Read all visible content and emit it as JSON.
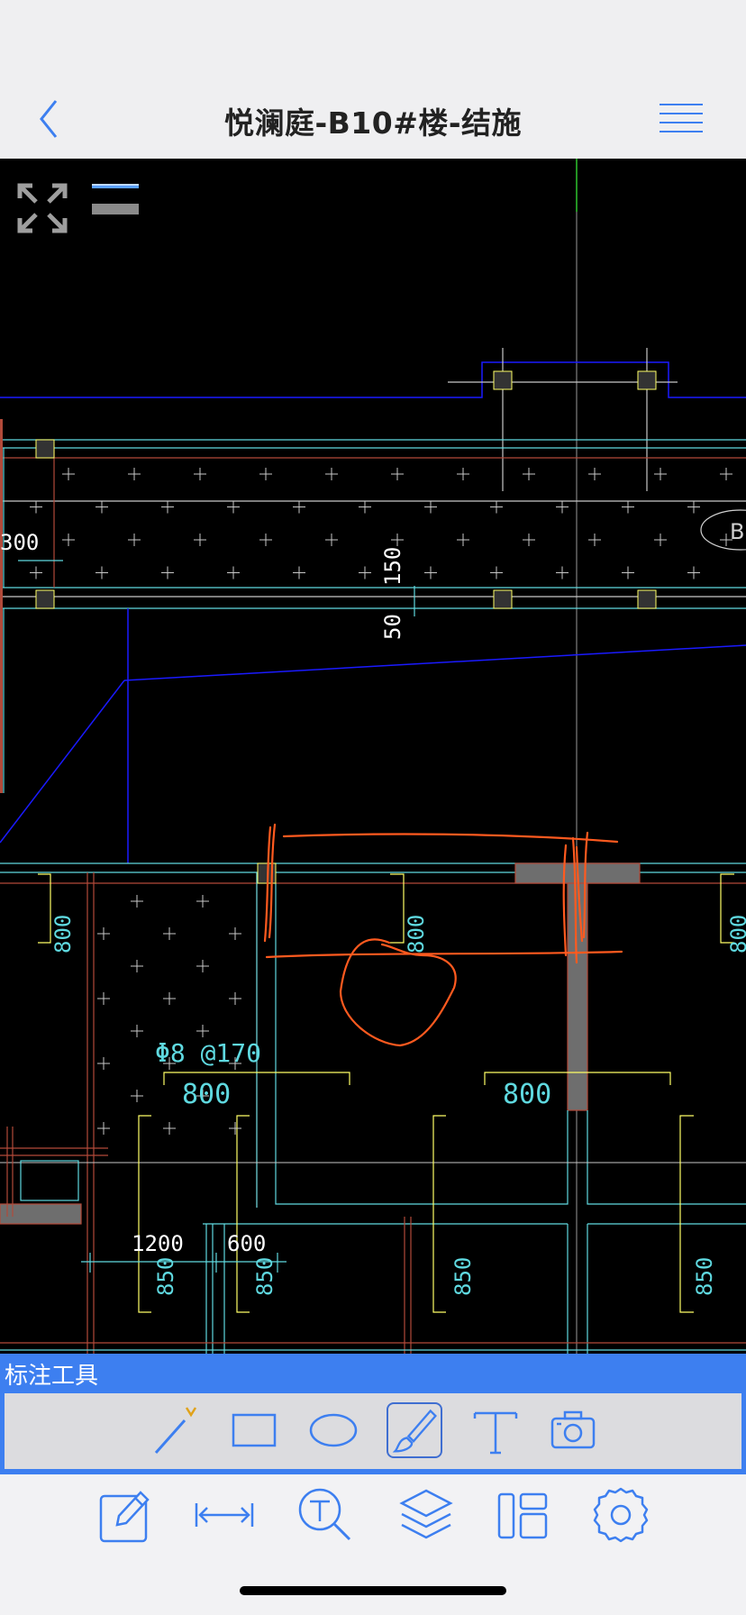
{
  "header": {
    "title": "悦澜庭-B10#楼-结施",
    "back_icon": "chevron-left-icon",
    "menu_icon": "menu-lines-icon"
  },
  "drawing": {
    "dimensions": {
      "d150": "150",
      "d50": "50",
      "d800": "800",
      "d300": "300",
      "d1200": "1200",
      "d600": "600",
      "d850": "850"
    },
    "rebar_spec": "Φ8 @170",
    "bubble_label": "B"
  },
  "annotation_toolbar": {
    "label": "标注工具",
    "tools": [
      {
        "name": "line",
        "icon": "line-v-icon"
      },
      {
        "name": "rectangle",
        "icon": "rectangle-icon"
      },
      {
        "name": "ellipse",
        "icon": "ellipse-icon"
      },
      {
        "name": "brush",
        "icon": "brush-icon",
        "selected": true
      },
      {
        "name": "text",
        "icon": "text-t-icon"
      },
      {
        "name": "camera",
        "icon": "camera-icon"
      }
    ]
  },
  "bottom_toolbar": [
    {
      "name": "edit",
      "icon": "edit-icon"
    },
    {
      "name": "measure",
      "icon": "measure-icon"
    },
    {
      "name": "text-search",
      "icon": "text-search-icon"
    },
    {
      "name": "layers",
      "icon": "layers-icon"
    },
    {
      "name": "layout",
      "icon": "layout-icon"
    },
    {
      "name": "settings",
      "icon": "gear-icon"
    }
  ],
  "colors": {
    "accent": "#3d7ff0",
    "cad_cyan": "#5fd9e0",
    "cad_yellow": "#ffff66",
    "cad_blue": "#1a1aff",
    "markup_orange": "#ff5a1f",
    "cad_red": "#b24a3a"
  }
}
